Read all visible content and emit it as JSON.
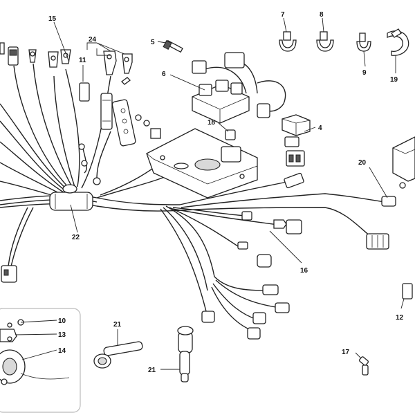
{
  "callouts": [
    {
      "id": "c15",
      "text": "15"
    },
    {
      "id": "c24",
      "text": "24"
    },
    {
      "id": "c11",
      "text": "11"
    },
    {
      "id": "c5",
      "text": "5"
    },
    {
      "id": "c6",
      "text": "6"
    },
    {
      "id": "c7",
      "text": "7"
    },
    {
      "id": "c8",
      "text": "8"
    },
    {
      "id": "c9",
      "text": "9"
    },
    {
      "id": "c19",
      "text": "19"
    },
    {
      "id": "c18",
      "text": "18"
    },
    {
      "id": "c4",
      "text": "4"
    },
    {
      "id": "c20",
      "text": "20"
    },
    {
      "id": "c22",
      "text": "22"
    },
    {
      "id": "c16",
      "text": "16"
    },
    {
      "id": "c10",
      "text": "10"
    },
    {
      "id": "c13",
      "text": "13"
    },
    {
      "id": "c14",
      "text": "14"
    },
    {
      "id": "c21a",
      "text": "21"
    },
    {
      "id": "c21b",
      "text": "21"
    },
    {
      "id": "c17",
      "text": "17"
    },
    {
      "id": "c12",
      "text": "12"
    }
  ],
  "colors": {
    "line": "#222222",
    "fill": "#ffffff",
    "shade": "#d9d9d9",
    "inset_border": "#bbbbbb"
  }
}
